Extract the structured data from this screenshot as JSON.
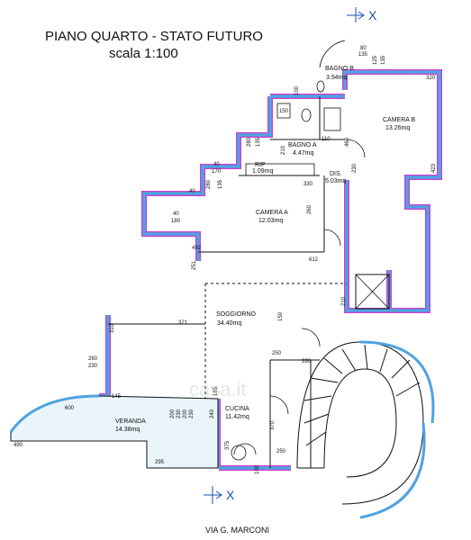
{
  "title": {
    "line1": "PIANO QUARTO - STATO FUTURO",
    "line2": "scala 1:100"
  },
  "street": "VIA G. MARCONI",
  "section_mark": "X",
  "watermark": "casa.it",
  "colors": {
    "wall_fill": "#4ea3e0",
    "wall_outline": "#d23ad0",
    "line": "#111111"
  },
  "rooms": [
    {
      "id": "bagno-b",
      "name": "BAGNO B",
      "area": "3.94mq"
    },
    {
      "id": "camera-b",
      "name": "CAMERA B",
      "area": "13.26mq"
    },
    {
      "id": "bagno-a",
      "name": "BAGNO A",
      "area": "4.47mq"
    },
    {
      "id": "rip",
      "name": "RIP",
      "area": "1.09mq"
    },
    {
      "id": "dis",
      "name": "DIS.",
      "area": "5.03mq"
    },
    {
      "id": "camera-a",
      "name": "CAMERA A",
      "area": "12.03mq"
    },
    {
      "id": "soggiorno",
      "name": "SOGGIORNO",
      "area": "34.40mq"
    },
    {
      "id": "cucina",
      "name": "CUCINA",
      "area": "11.42mq"
    },
    {
      "id": "veranda",
      "name": "VERANDA",
      "area": "14.38mq"
    }
  ],
  "dimensions": [
    "80",
    "135",
    "125",
    "135",
    "320",
    "100",
    "150",
    "110",
    "460",
    "423",
    "280",
    "135",
    "210",
    "230",
    "40",
    "170",
    "40",
    "330",
    "260",
    "280",
    "135",
    "40",
    "180",
    "492",
    "612",
    "251",
    "210",
    "321",
    "150",
    "250",
    "310",
    "260",
    "230",
    "390",
    "145",
    "600",
    "200",
    "230",
    "200",
    "230",
    "240",
    "185",
    "370",
    "375",
    "250",
    "295",
    "490",
    "100"
  ]
}
